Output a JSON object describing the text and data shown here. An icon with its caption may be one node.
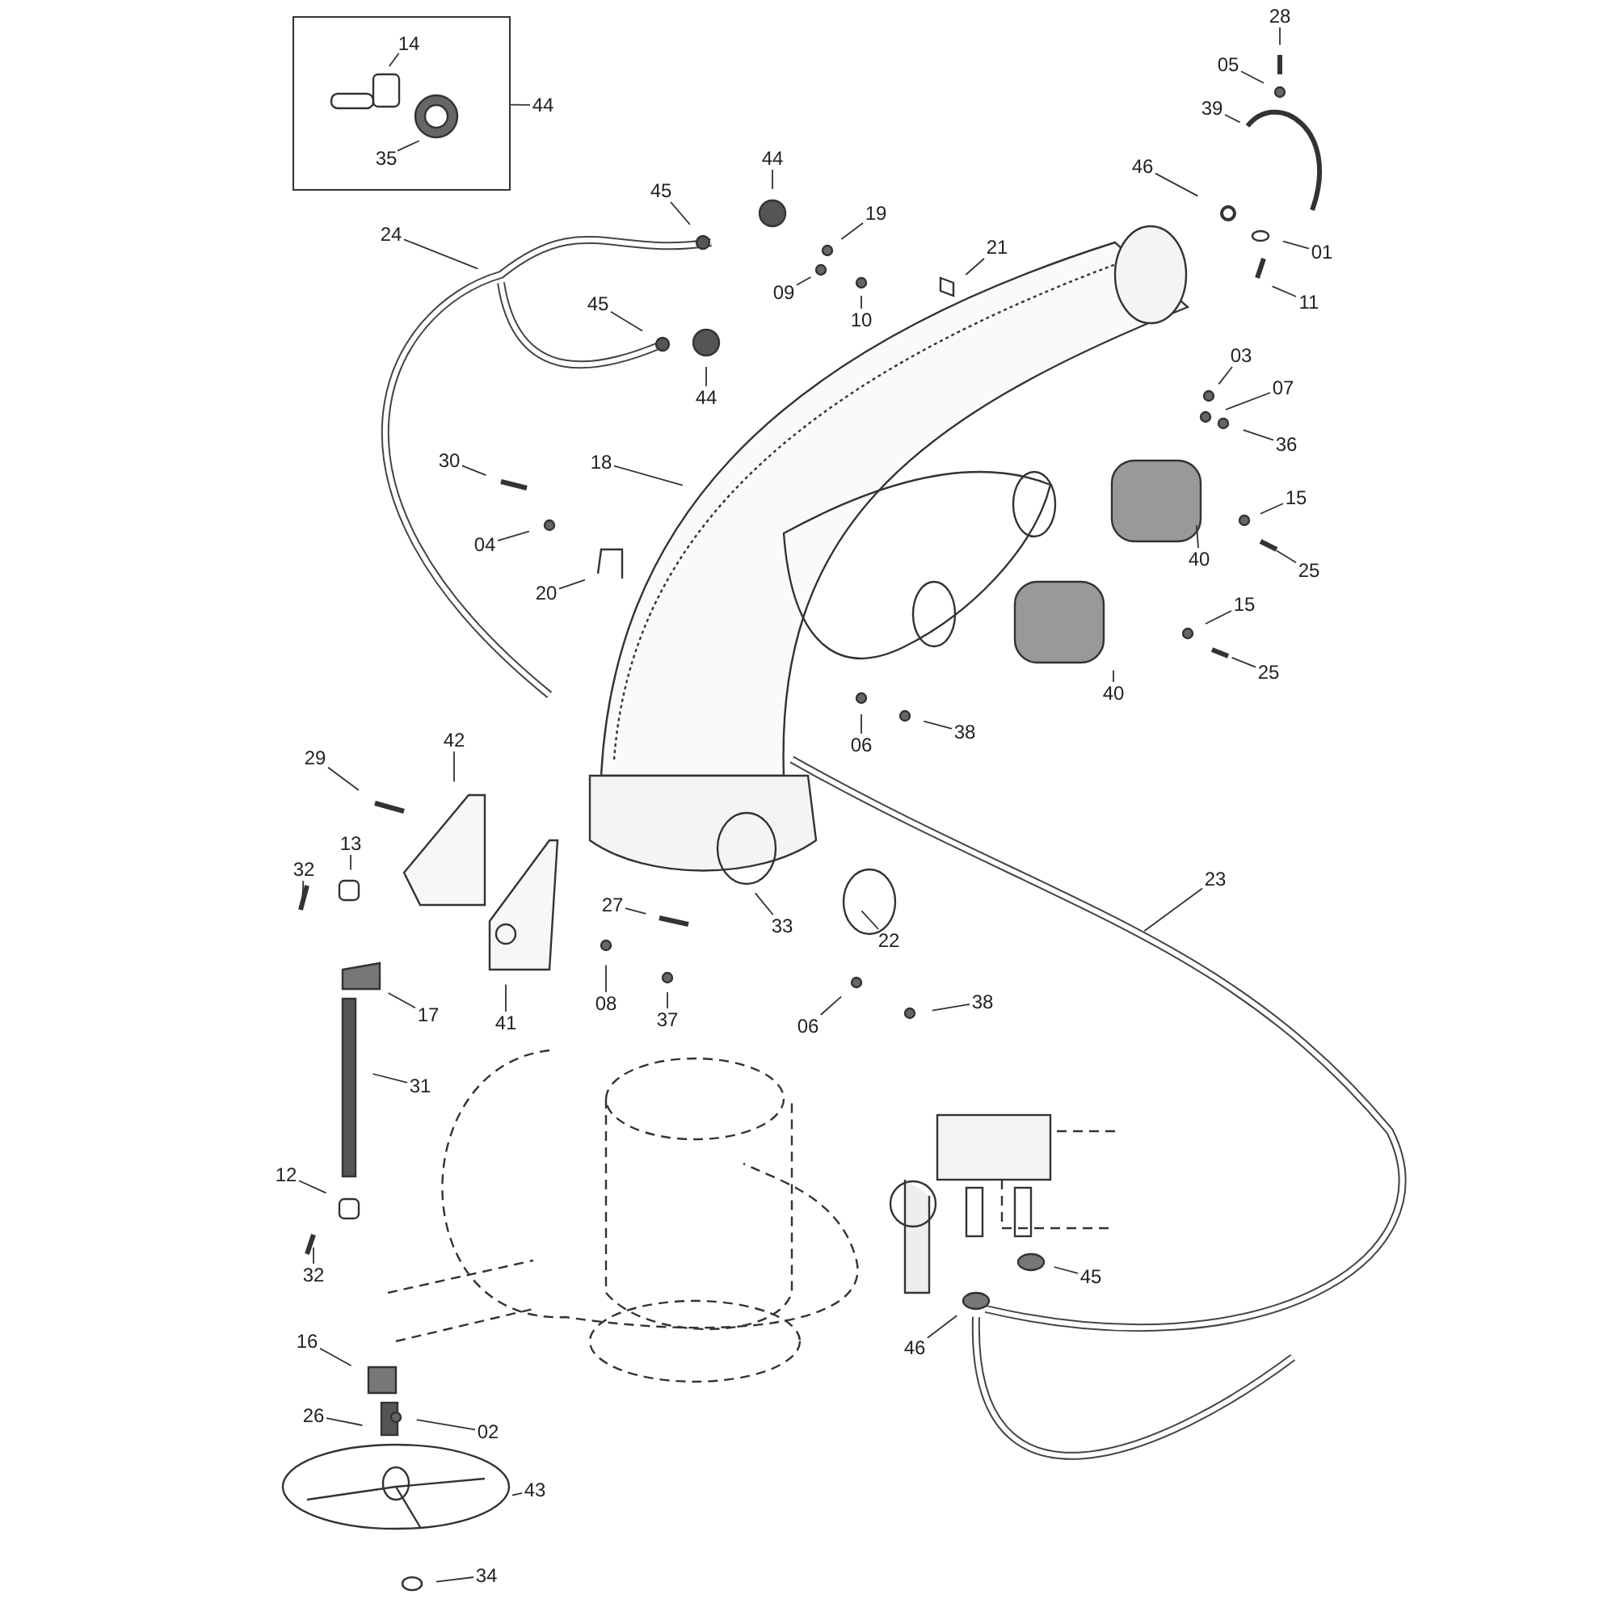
{
  "diagram": {
    "nodes": [
      {
        "text": [],
        "shape": "box"
      },
      {
        "text": [
          "14"
        ],
        "in": 0
      },
      {
        "text": [
          "35"
        ],
        "in": 0
      },
      {
        "text": [
          "44"
        ]
      },
      {
        "text": [
          "28"
        ]
      },
      {
        "text": [
          "05"
        ]
      },
      {
        "text": [
          "39"
        ]
      },
      {
        "text": [
          "46"
        ]
      },
      {
        "text": [
          "01"
        ]
      },
      {
        "text": [
          "11"
        ]
      },
      {
        "text": [
          "21"
        ]
      },
      {
        "text": [
          "44"
        ]
      },
      {
        "text": [
          "45"
        ]
      },
      {
        "text": [
          "19"
        ]
      },
      {
        "text": [
          "09"
        ]
      },
      {
        "text": [
          "10"
        ]
      },
      {
        "text": [
          "24"
        ]
      },
      {
        "text": [
          "45"
        ]
      },
      {
        "text": [
          "44"
        ]
      },
      {
        "text": [
          "03"
        ]
      },
      {
        "text": [
          "07"
        ]
      },
      {
        "text": [
          "36"
        ]
      },
      {
        "text": [
          "30"
        ]
      },
      {
        "text": [
          "04"
        ]
      },
      {
        "text": [
          "18"
        ]
      },
      {
        "text": [
          "20"
        ]
      },
      {
        "text": [
          "15"
        ]
      },
      {
        "text": [
          "40"
        ]
      },
      {
        "text": [
          "25"
        ]
      },
      {
        "text": [
          "15"
        ]
      },
      {
        "text": [
          "25"
        ]
      },
      {
        "text": [
          "40"
        ]
      },
      {
        "text": [
          "06"
        ]
      },
      {
        "text": [
          "38"
        ]
      },
      {
        "text": [
          "29"
        ]
      },
      {
        "text": [
          "42"
        ]
      },
      {
        "text": [
          "13"
        ]
      },
      {
        "text": [
          "32"
        ]
      },
      {
        "text": [
          "17"
        ]
      },
      {
        "text": [
          "41"
        ]
      },
      {
        "text": [
          "27"
        ]
      },
      {
        "text": [
          "08"
        ]
      },
      {
        "text": [
          "37"
        ]
      },
      {
        "text": [
          "33"
        ]
      },
      {
        "text": [
          "22"
        ]
      },
      {
        "text": [
          "23"
        ]
      },
      {
        "text": [
          "06"
        ]
      },
      {
        "text": [
          "38"
        ]
      },
      {
        "text": [
          "31"
        ]
      },
      {
        "text": [
          "12"
        ]
      },
      {
        "text": [
          "32"
        ]
      },
      {
        "text": [
          "16"
        ]
      },
      {
        "text": [
          "26"
        ]
      },
      {
        "text": [
          "02"
        ]
      },
      {
        "text": [
          "43"
        ]
      },
      {
        "text": [
          "34"
        ]
      },
      {
        "text": [
          "45"
        ]
      },
      {
        "text": [
          "46"
        ]
      }
    ],
    "edges": [
      {
        "from": 1,
        "to": null,
        "arrow": "none"
      },
      {
        "from": 2,
        "to": null,
        "arrow": "none"
      },
      {
        "from": 3,
        "to": 0,
        "arrow": "none"
      },
      {
        "from": 4,
        "to": null,
        "arrow": "none"
      },
      {
        "from": 5,
        "to": null,
        "arrow": "none"
      },
      {
        "from": 6,
        "to": null,
        "arrow": "none"
      },
      {
        "from": 7,
        "to": null,
        "arrow": "none"
      },
      {
        "from": 8,
        "to": null,
        "arrow": "none"
      },
      {
        "from": 9,
        "to": null,
        "arrow": "none"
      },
      {
        "from": 10,
        "to": null,
        "arrow": "none"
      },
      {
        "from": 11,
        "to": null,
        "arrow": "none"
      },
      {
        "from": 12,
        "to": null,
        "arrow": "none"
      },
      {
        "from": 13,
        "to": null,
        "arrow": "none"
      },
      {
        "from": 14,
        "to": null,
        "arrow": "none"
      },
      {
        "from": 15,
        "to": null,
        "arrow": "none"
      },
      {
        "from": 16,
        "to": null,
        "arrow": "none"
      },
      {
        "from": 17,
        "to": null,
        "arrow": "none"
      },
      {
        "from": 18,
        "to": null,
        "arrow": "none"
      },
      {
        "from": 19,
        "to": null,
        "arrow": "none"
      },
      {
        "from": 20,
        "to": null,
        "arrow": "none"
      },
      {
        "from": 21,
        "to": null,
        "arrow": "none"
      },
      {
        "from": 22,
        "to": null,
        "arrow": "none"
      },
      {
        "from": 23,
        "to": null,
        "arrow": "none"
      },
      {
        "from": 24,
        "to": null,
        "arrow": "none"
      },
      {
        "from": 25,
        "to": null,
        "arrow": "none"
      },
      {
        "from": 26,
        "to": null,
        "arrow": "none"
      },
      {
        "from": 27,
        "to": null,
        "arrow": "none"
      },
      {
        "from": 28,
        "to": null,
        "arrow": "none"
      },
      {
        "from": 29,
        "to": null,
        "arrow": "none"
      },
      {
        "from": 30,
        "to": null,
        "arrow": "none"
      },
      {
        "from": 31,
        "to": null,
        "arrow": "none"
      },
      {
        "from": 32,
        "to": null,
        "arrow": "none"
      },
      {
        "from": 33,
        "to": null,
        "arrow": "none"
      },
      {
        "from": 34,
        "to": null,
        "arrow": "none"
      },
      {
        "from": 35,
        "to": null,
        "arrow": "none"
      },
      {
        "from": 36,
        "to": null,
        "arrow": "none"
      },
      {
        "from": 37,
        "to": null,
        "arrow": "none"
      },
      {
        "from": 38,
        "to": null,
        "arrow": "none"
      },
      {
        "from": 39,
        "to": null,
        "arrow": "none"
      },
      {
        "from": 40,
        "to": null,
        "arrow": "none"
      },
      {
        "from": 41,
        "to": null,
        "arrow": "none"
      },
      {
        "from": 42,
        "to": null,
        "arrow": "none"
      },
      {
        "from": 43,
        "to": null,
        "arrow": "none"
      },
      {
        "from": 44,
        "to": null,
        "arrow": "none"
      },
      {
        "from": 45,
        "to": null,
        "arrow": "none"
      },
      {
        "from": 46,
        "to": null,
        "arrow": "none"
      },
      {
        "from": 47,
        "to": null,
        "arrow": "none"
      },
      {
        "from": 48,
        "to": null,
        "arrow": "none"
      },
      {
        "from": 49,
        "to": null,
        "arrow": "none"
      },
      {
        "from": 50,
        "to": null,
        "arrow": "none"
      },
      {
        "from": 51,
        "to": null,
        "arrow": "none"
      },
      {
        "from": 52,
        "to": null,
        "arrow": "none"
      },
      {
        "from": 53,
        "to": null,
        "arrow": "none"
      },
      {
        "from": 54,
        "to": null,
        "arrow": "none"
      },
      {
        "from": 55,
        "to": null,
        "arrow": "none"
      },
      {
        "from": 56,
        "to": null,
        "arrow": "none"
      },
      {
        "from": 57,
        "to": null,
        "arrow": "none"
      }
    ]
  }
}
